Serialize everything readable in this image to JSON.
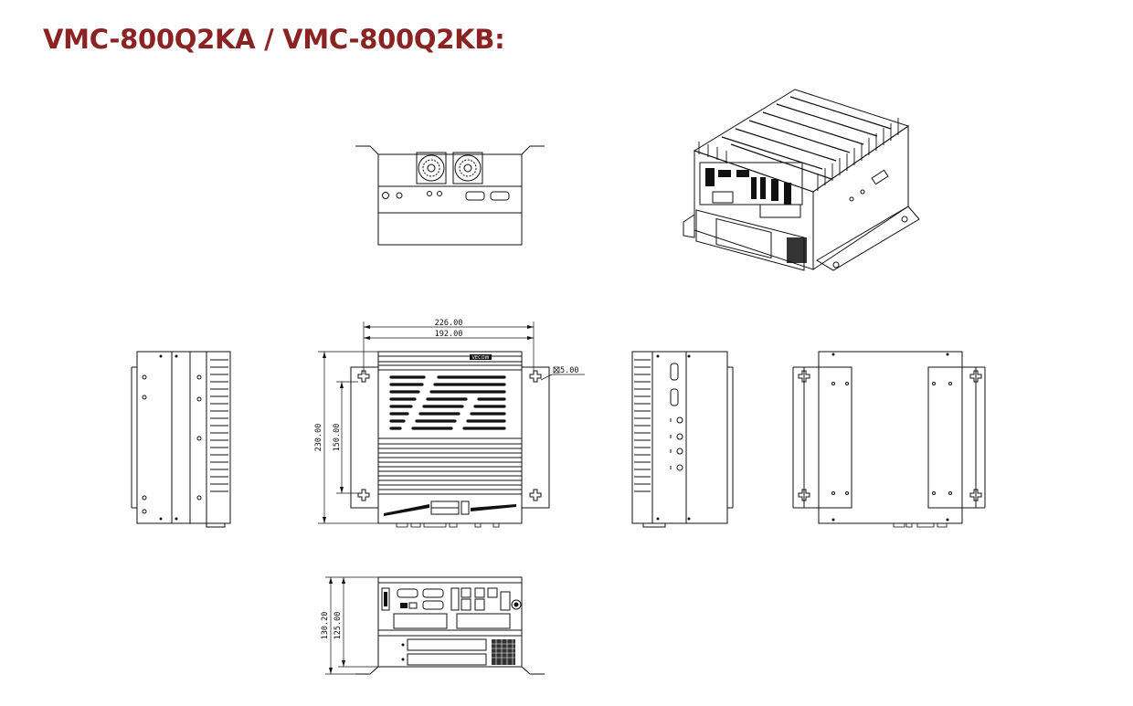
{
  "title": "VMC-800Q2KA / VMC-800Q2KB:",
  "brand_badge": "VECOW",
  "dimensions": {
    "overall_width": "226.00",
    "mount_hole_spacing_x": "192.00",
    "overall_depth": "230.00",
    "mount_hole_spacing_y": "150.00",
    "slot_width": "5.00",
    "overall_height": "130.20",
    "body_height": "125.00"
  },
  "accent_color": "#8b2323"
}
